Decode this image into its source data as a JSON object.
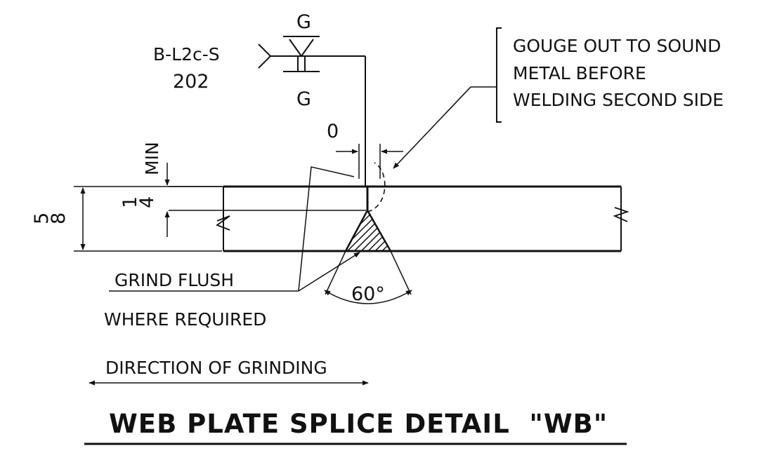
{
  "weld_symbol": {
    "arrow_side_contour": "G",
    "other_side_contour": "G",
    "joint_designation": "B-L2c-S",
    "reference_number": "202"
  },
  "gouge_note": {
    "line1": "GOUGE OUT TO SOUND",
    "line2": "METAL BEFORE",
    "line3": "WELDING SECOND SIDE"
  },
  "dimensions": {
    "root_opening": "0",
    "min_depth_label": "MIN",
    "depth_numerator": "1",
    "depth_denominator": "4",
    "plate_numerator": "5",
    "plate_denominator": "8",
    "groove_angle": "60°"
  },
  "grind_note": {
    "line1": "GRIND FLUSH",
    "line2": "WHERE REQUIRED",
    "line3": "DIRECTION OF GRINDING"
  },
  "title": "WEB PLATE SPLICE DETAIL  \"WB\"",
  "colors": {
    "ink": "#111111",
    "hatch": "#111111",
    "background": "#ffffff"
  }
}
